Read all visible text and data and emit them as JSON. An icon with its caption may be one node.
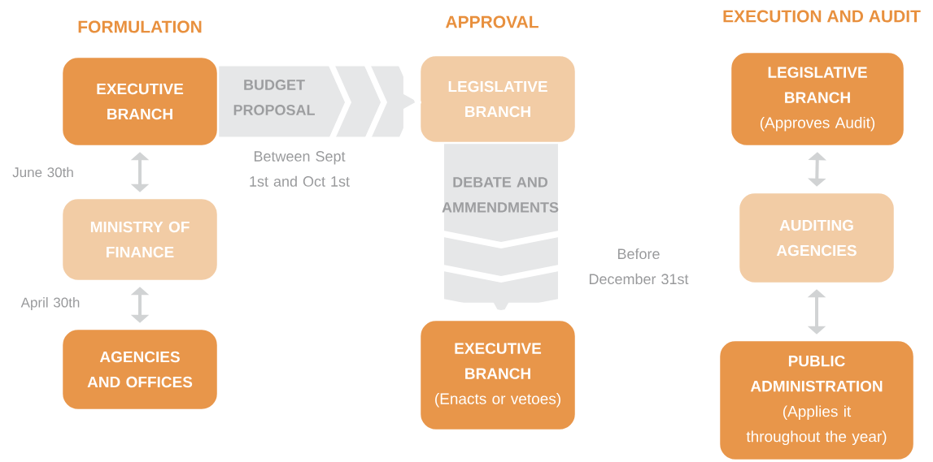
{
  "diagram": {
    "nodes": [
      {
        "text": [
          "EXECUTIVE BRANCH"
        ]
      },
      {
        "text": [
          "MINISTRY OF FINANCE"
        ]
      },
      {
        "text": [
          "AGENCIES AND OFFICES"
        ]
      },
      {
        "text": [
          "LEGISLATIVE BRANCH"
        ]
      },
      {
        "text": [
          "EXECUTIVE BRANCH",
          "(Enacts or vetoes)"
        ]
      },
      {
        "text": [
          "LEGISLATIVE BRANCH",
          "(Approves Audit)"
        ]
      },
      {
        "text": [
          "AUDITING AGENCIES"
        ]
      },
      {
        "text": [
          "PUBLIC ADMINISTRATION",
          "(Applies it throughout the year)"
        ]
      }
    ],
    "edges": [
      {
        "from": 0,
        "to": 1,
        "arrow": "both",
        "label": "June 30th"
      },
      {
        "from": 1,
        "to": 2,
        "arrow": "both",
        "label": "April 30th"
      },
      {
        "from": 0,
        "to": 3,
        "arrow": "to",
        "label": "BUDGET PROPOSAL",
        "style": "thick"
      },
      {
        "from": 3,
        "to": 4,
        "arrow": "to",
        "label": "DEBATE AND AMMENDMENTS",
        "style": "thick"
      },
      {
        "from": 5,
        "to": 6,
        "arrow": "both"
      },
      {
        "from": 6,
        "to": 7,
        "arrow": "both"
      }
    ],
    "labels": [
      "FORMULATION",
      "APPROVAL",
      "EXECUTION AND AUDIT",
      "Between Sept 1st and Oct 1st",
      "Before December 31st"
    ]
  }
}
